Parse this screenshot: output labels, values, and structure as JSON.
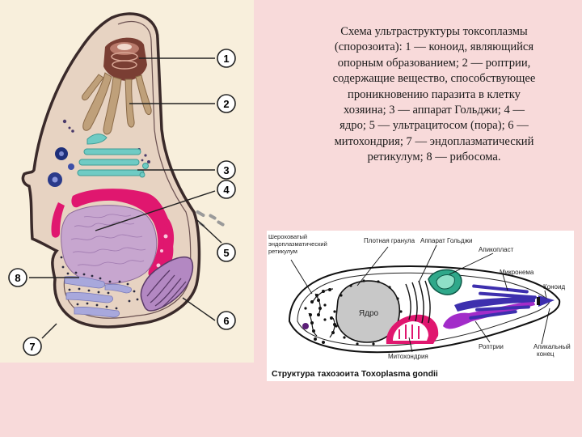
{
  "caption": {
    "lines": [
      "Схема ультраструктуры токсоплазмы",
      "(спорозоита): 1 — коноид, являющийся",
      "опорным образованием; 2 — роптрии,",
      "содержащие вещество, способствующее",
      "проникновению паразита в клетку",
      "хозяина; 3 — аппарат Гольджи; 4 —",
      "ядро; 5 — ультрацитосом (пора); 6 —",
      "митохондрия; 7 — эндоплазматический",
      "ретикулум; 8 — рибосома."
    ]
  },
  "left_diagram": {
    "markers": [
      "1",
      "2",
      "3",
      "4",
      "5",
      "6",
      "7",
      "8"
    ]
  },
  "right_diagram": {
    "labels": {
      "er_l1": "Шероховатый",
      "er_l2": "эндоплазматический",
      "er_l3": "ретикулум",
      "dense_granule": "Плотная гранула",
      "golgi": "Аппарат Гольджи",
      "apicoplast": "Апикопласт",
      "microneme": "Микронема",
      "conoid": "Коноид",
      "nucleus": "Ядро",
      "mitochondrion": "Митохондрия",
      "rhoptries": "Роптрии",
      "apical_l1": "Апикальный",
      "apical_l2": "конец"
    },
    "title": "Структура тахозоита Toxoplasma gondii"
  },
  "colors": {
    "page_bg": "#f8dada",
    "left_panel_bg": "#f8efdc",
    "cytoplasm": "#e7d3c2",
    "nucleus": "#c7a6cf",
    "er_magenta": "#e0176f",
    "golgi_teal": "#6fcbc4",
    "rhoptry_tan": "#bfa07a",
    "mitochondrion": "#b388c2",
    "ribosome": "#a8a8dc",
    "micronemes_blue": "#3d2fae",
    "rhoptries_right": "#a22cc9"
  }
}
